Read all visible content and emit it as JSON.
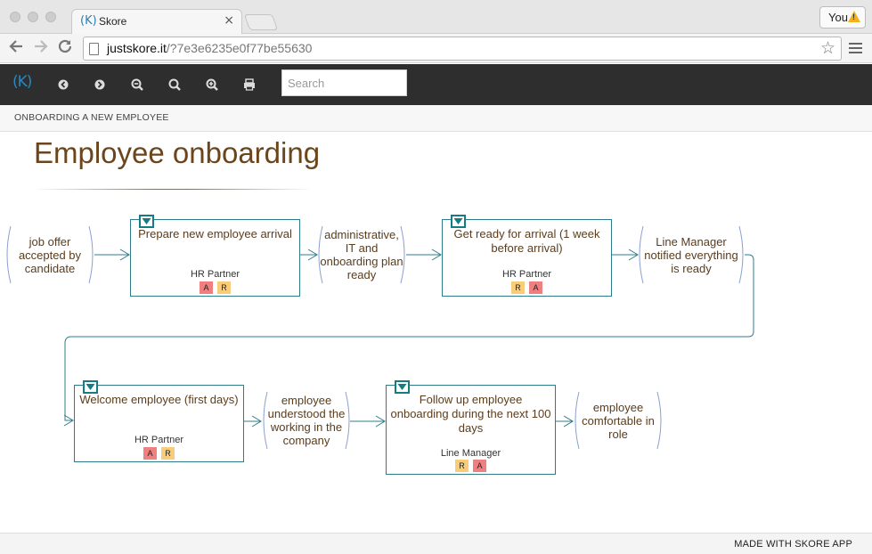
{
  "browser": {
    "tab_title": "Skore",
    "tab_favicon": "(K)",
    "tab_close": "×",
    "url_host": "justskore.it",
    "url_path": "/?7e3e6235e0f77be55630",
    "profile_label": "You",
    "icons": [
      "back-arrow-icon",
      "forward-arrow-icon",
      "reload-icon",
      "page-icon",
      "star-icon",
      "menu-icon",
      "warning-icon"
    ]
  },
  "toolbar": {
    "logo": "(K)",
    "search_placeholder": "Search",
    "tools": [
      "previous-icon",
      "next-icon",
      "zoom-out-icon",
      "zoom-fit-icon",
      "zoom-in-icon",
      "print-icon"
    ]
  },
  "breadcrumb": "ONBOARDING A NEW EMPLOYEE",
  "page": {
    "title": "Employee onboarding"
  },
  "diagram": {
    "outcomes": [
      {
        "text": "job offer accepted by candidate"
      },
      {
        "text": "administrative, IT and onboarding plan ready"
      },
      {
        "text": "Line Manager notified everything is ready"
      },
      {
        "text": "employee understood the working in the company"
      },
      {
        "text": "employee comfortable in role"
      }
    ],
    "activities": [
      {
        "title": "Prepare new employee arrival",
        "role": "HR Partner",
        "badges": [
          "A",
          "R"
        ]
      },
      {
        "title": "Get ready for arrival (1 week before arrival)",
        "role": "HR Partner",
        "badges": [
          "R",
          "A"
        ]
      },
      {
        "title": "Welcome employee (first days)",
        "role": "HR Partner",
        "badges": [
          "A",
          "R"
        ]
      },
      {
        "title": "Follow up employee onboarding during the next 100 days",
        "role": "Line Manager",
        "badges": [
          "R",
          "A"
        ]
      }
    ],
    "colors": {
      "connector": "#2f7c88",
      "badge_a": "#f08080",
      "badge_r": "#f9cc7a",
      "text": "#5a3d1e"
    }
  },
  "footer": {
    "credit": "MADE WITH SKORE APP"
  }
}
